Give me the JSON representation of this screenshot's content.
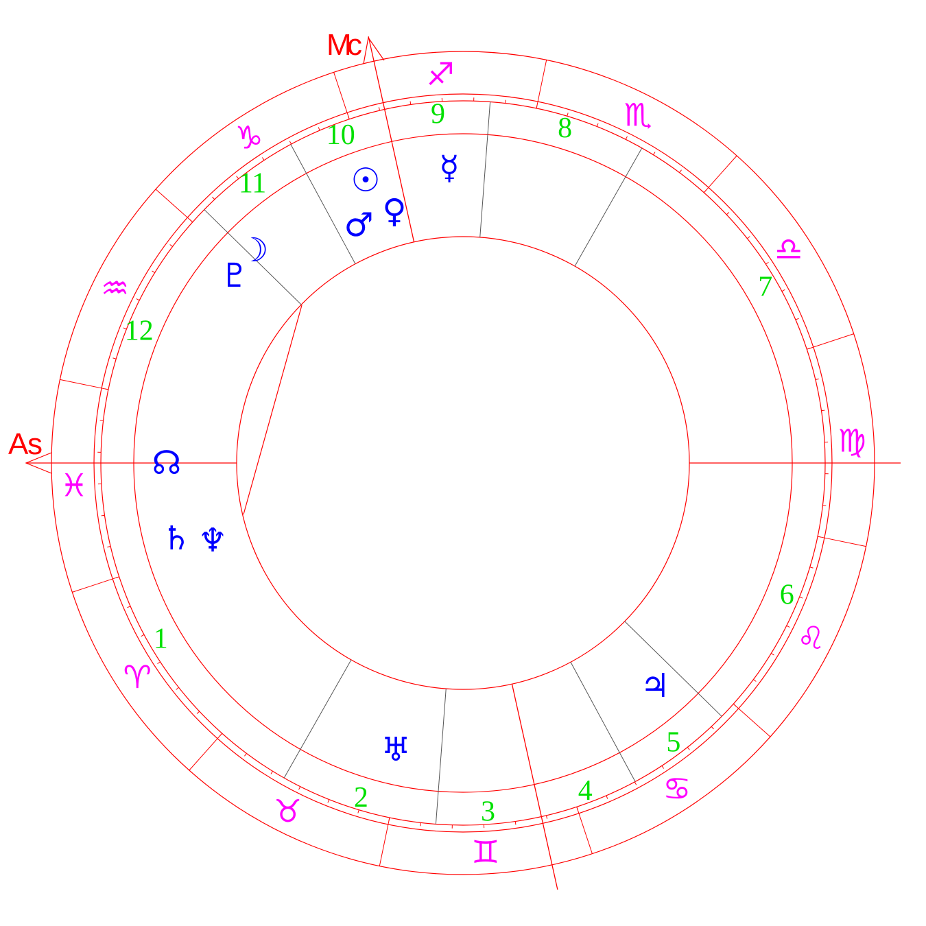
{
  "axes": {
    "ascendant": "As",
    "midheaven": "Mc"
  },
  "colors": {
    "lines": "#ff0000",
    "house_lines": "#555555",
    "signs": "#ff00ff",
    "house_numbers": "#00e000",
    "planets": "#0000ff"
  },
  "signs": [
    {
      "name": "sagittarius",
      "glyph": "♐",
      "center_angle": 93.3
    },
    {
      "name": "capricorn",
      "glyph": "♑",
      "center_angle": 123.3
    },
    {
      "name": "aquarius",
      "glyph": "♒",
      "center_angle": 153.3
    },
    {
      "name": "pisces",
      "glyph": "♓",
      "center_angle": 183.3
    },
    {
      "name": "aries",
      "glyph": "♈",
      "center_angle": 213.3
    },
    {
      "name": "taurus",
      "glyph": "♉",
      "center_angle": 243.3
    },
    {
      "name": "gemini",
      "glyph": "♊",
      "center_angle": 273.3
    },
    {
      "name": "cancer",
      "glyph": "♋",
      "center_angle": 303.3
    },
    {
      "name": "leo",
      "glyph": "♌",
      "center_angle": 333.3
    },
    {
      "name": "virgo",
      "glyph": "♍",
      "center_angle": 3.3
    },
    {
      "name": "libra",
      "glyph": "♎",
      "center_angle": 33.3
    },
    {
      "name": "scorpio",
      "glyph": "♏",
      "center_angle": 63.3
    }
  ],
  "houses": [
    {
      "number": "1",
      "cusp_angle": 180
    },
    {
      "number": "2",
      "cusp_angle": 240.4
    },
    {
      "number": "3",
      "cusp_angle": 265.7
    },
    {
      "number": "4",
      "cusp_angle": 282.5
    },
    {
      "number": "5",
      "cusp_angle": 298.4
    },
    {
      "number": "6",
      "cusp_angle": 315.6
    },
    {
      "number": "7",
      "cusp_angle": 0
    },
    {
      "number": "8",
      "cusp_angle": 60.4
    },
    {
      "number": "9",
      "cusp_angle": 85.7
    },
    {
      "number": "10",
      "cusp_angle": 102.5
    },
    {
      "number": "11",
      "cusp_angle": 118.4
    },
    {
      "number": "12",
      "cusp_angle": 135.6
    }
  ],
  "planets": [
    {
      "name": "sun",
      "glyph": "☉"
    },
    {
      "name": "mercury",
      "glyph": "☿"
    },
    {
      "name": "venus",
      "glyph": "♀"
    },
    {
      "name": "mars",
      "glyph": "♂"
    },
    {
      "name": "moon",
      "glyph": "☽"
    },
    {
      "name": "pluto",
      "glyph": "♇"
    },
    {
      "name": "north-node",
      "glyph": "☊"
    },
    {
      "name": "saturn",
      "glyph": "♄"
    },
    {
      "name": "neptune",
      "glyph": "♆"
    },
    {
      "name": "jupiter",
      "glyph": "♃"
    },
    {
      "name": "uranus",
      "glyph": "♅"
    }
  ]
}
